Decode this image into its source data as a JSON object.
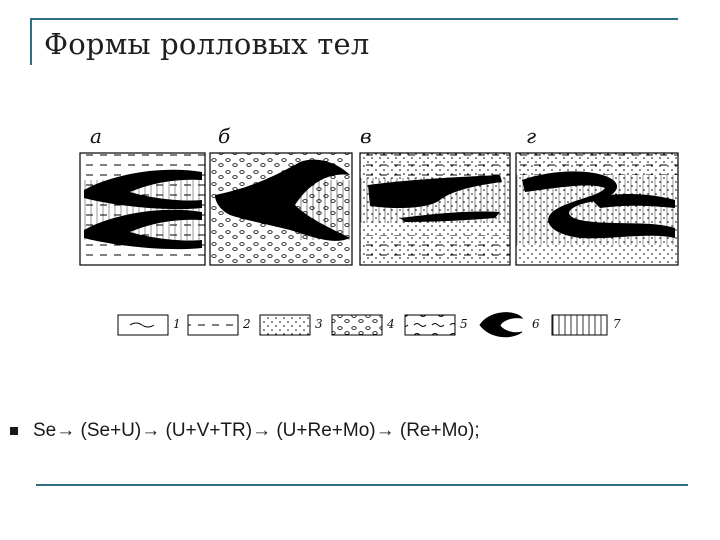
{
  "slide": {
    "title": "Формы ролловых тел",
    "bullet_text": "Se→ (Se+U)→ (U+V+TR)→ (U+Re+Mo)→  (Re+Mo);"
  },
  "figure": {
    "panels": [
      {
        "letter": "а"
      },
      {
        "letter": "б"
      },
      {
        "letter": "в"
      },
      {
        "letter": "г"
      }
    ],
    "legend": [
      "1",
      "2",
      "3",
      "4",
      "5",
      "6",
      "7"
    ]
  },
  "colors": {
    "frame": "#2f6f86",
    "text": "#1a1a1a",
    "ink": "#000000"
  }
}
